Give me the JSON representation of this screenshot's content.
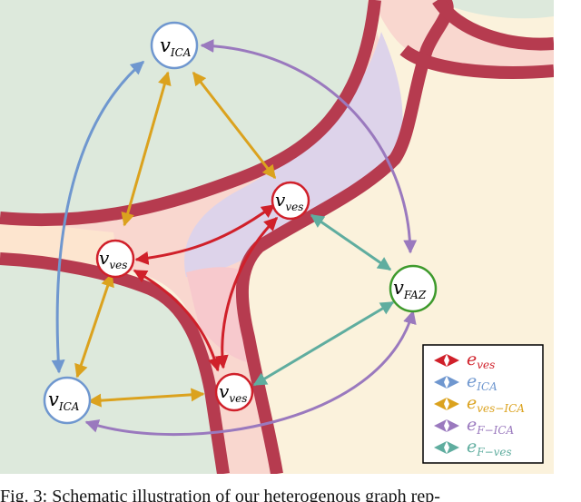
{
  "colors": {
    "ves": "#d0202a",
    "ica": "#6f97cf",
    "ves_ica": "#dba21e",
    "f_ica": "#9a79be",
    "f_ves": "#5fad9f",
    "faz": "#3e9a2c",
    "vessel_wall": "#b63b4f"
  },
  "nodes": [
    {
      "id": "ica_top",
      "base": "v",
      "sub": "ICA"
    },
    {
      "id": "ves_mid",
      "base": "v",
      "sub": "ves"
    },
    {
      "id": "ves_left",
      "base": "v",
      "sub": "ves"
    },
    {
      "id": "faz",
      "base": "v",
      "sub": "FAZ"
    },
    {
      "id": "ica_bottom",
      "base": "v",
      "sub": "ICA"
    },
    {
      "id": "ves_bottom",
      "base": "v",
      "sub": "ves"
    }
  ],
  "legend": {
    "items": [
      {
        "key": "ves",
        "base": "e",
        "sub": "ves"
      },
      {
        "key": "ica",
        "base": "e",
        "sub": "ICA"
      },
      {
        "key": "ves_ica",
        "base": "e",
        "sub": "ves−ICA"
      },
      {
        "key": "f_ica",
        "base": "e",
        "sub": "F−ICA"
      },
      {
        "key": "f_ves",
        "base": "e",
        "sub": "F−ves"
      }
    ]
  },
  "caption": "Fig. 3: Schematic illustration of our heterogenous graph rep-"
}
